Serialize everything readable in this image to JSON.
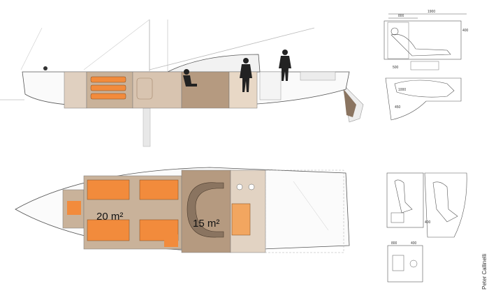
{
  "areas": {
    "aft_cabin": "20 m²",
    "saloon": "15 m²"
  },
  "dimensions": {
    "overall": "1900",
    "top_width": "800",
    "right_height": "400",
    "seat_height": "500",
    "berth_height": "450",
    "plan_width": "400",
    "side_height": "1000",
    "small_a": "800",
    "small_b": "400"
  },
  "credit": "Peter Callinelli",
  "colors": {
    "orange": "#f28b3c",
    "tan": "#c9b29a",
    "brown": "#8a7460",
    "light_tan": "#e2d3c3",
    "hull_line": "#555555"
  }
}
